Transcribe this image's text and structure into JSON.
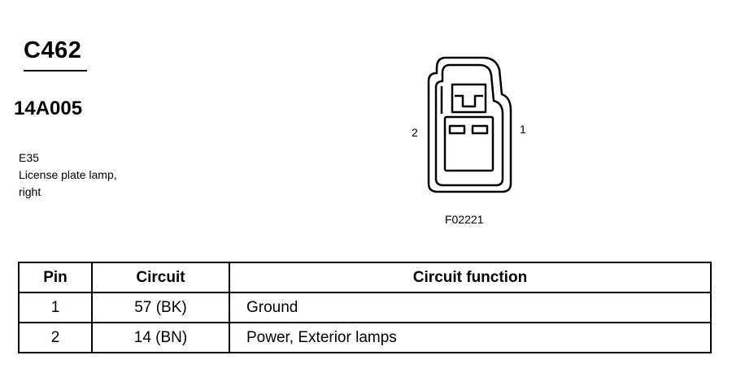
{
  "connector": {
    "id": "C462",
    "part_number": "14A005",
    "component_code": "E35",
    "description_line1": "License plate lamp,",
    "description_line2": "right"
  },
  "diagram": {
    "pin2_label": "2",
    "pin1_label": "1",
    "figure_code": "F02221"
  },
  "table": {
    "headers": {
      "pin": "Pin",
      "circuit": "Circuit",
      "function": "Circuit function"
    },
    "rows": [
      {
        "pin": "1",
        "circuit": "57 (BK)",
        "function": "Ground"
      },
      {
        "pin": "2",
        "circuit": "14 (BN)",
        "function": "Power, Exterior lamps"
      }
    ]
  }
}
